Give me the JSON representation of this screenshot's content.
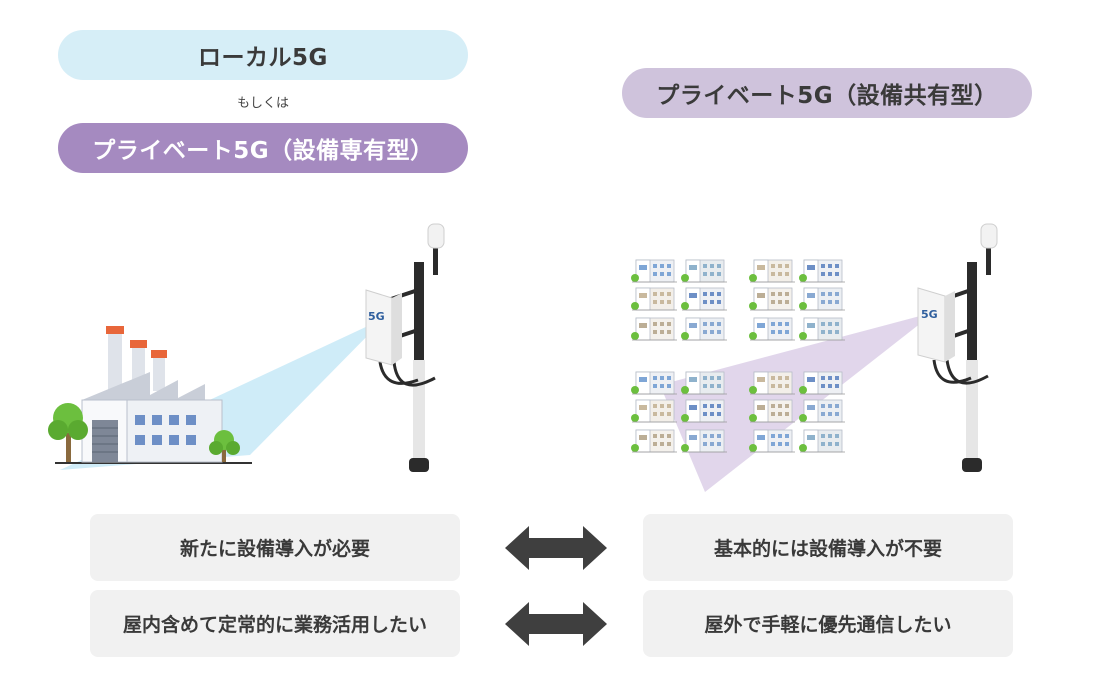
{
  "left": {
    "pill_local": "ローカル5G",
    "or_text": "もしくは",
    "pill_private": "プライベート5G（設備専有型）",
    "box1": "新たに設備導入が必要",
    "box2": "屋内含めて定常的に業務活用したい"
  },
  "right": {
    "pill_private": "プライベート5G（設備共有型）",
    "box1": "基本的には設備導入が不要",
    "box2": "屋外で手軽に優先通信したい"
  },
  "antenna_label": "5G",
  "icons": [
    "factory-icon",
    "antenna-pole-icon",
    "building-icon",
    "double-arrow-icon",
    "tree-icon"
  ],
  "colors": {
    "local_pill": "#d6eef7",
    "private_own_pill": "#a58ac0",
    "private_share_pill": "#cfc3dc",
    "box_bg": "#f1f1f1",
    "arrow": "#3f3f3f",
    "beam_blue": "#bfe6f5",
    "beam_purple": "#d9cce6"
  }
}
